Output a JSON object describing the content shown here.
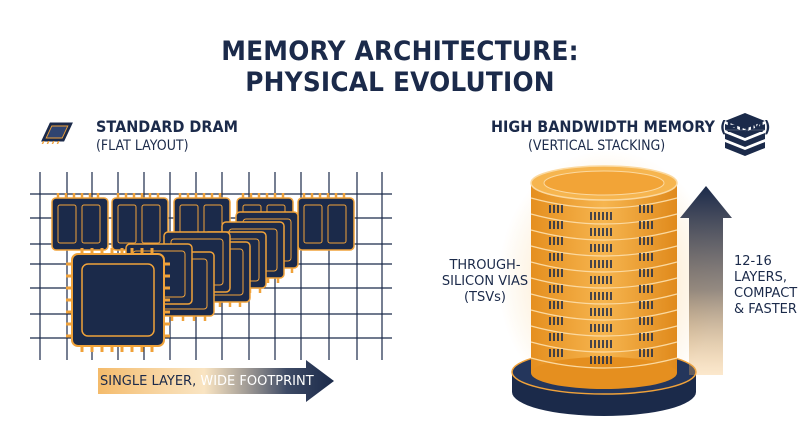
{
  "header": {
    "title_line1": "MEMORY ARCHITECTURE:",
    "title_line2": "PHYSICAL EVOLUTION"
  },
  "left_panel": {
    "title": "STANDARD DRAM",
    "subtitle": "(FLAT LAYOUT)",
    "icon": "chip-icon",
    "arrow_label_part1": "SINGLE LAYER,",
    "arrow_label_part2": "WIDE FOOTPRINT"
  },
  "right_panel": {
    "title": "HIGH BANDWIDTH MEMORY (HBM)",
    "subtitle": "(VERTICAL STACKING)",
    "icon": "stack-icon",
    "tsv_label_line1": "THROUGH-",
    "tsv_label_line2": "SILICON VIAS",
    "tsv_label_line3": "(TSVs)",
    "arrow_label_line1": "12-16",
    "arrow_label_line2": "LAYERS,",
    "arrow_label_line3": "COMPACT",
    "arrow_label_line4": "& FASTER"
  },
  "colors": {
    "navy": "#1b2a4a",
    "orange": "#f0a23a",
    "light_orange": "#f6c87a"
  }
}
